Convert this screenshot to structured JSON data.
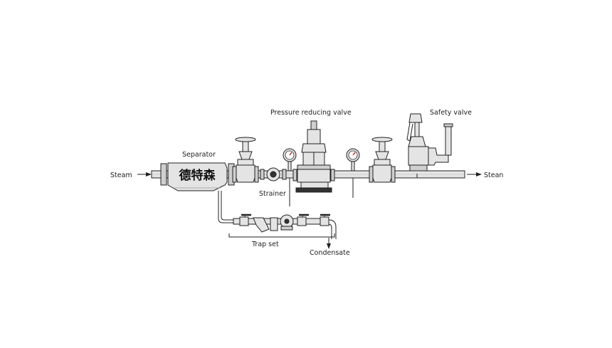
{
  "labels": {
    "steam_in": "Steam",
    "steam_out": "Stean",
    "separator": "Separator",
    "separator_brand": "德特森",
    "prv": "Pressure reducing valve",
    "safety_valve": "Safety valve",
    "strainer": "Strainer",
    "trap_set": "Trap set",
    "condensate": "Condensate"
  },
  "colors": {
    "line": "#222222",
    "component_fill": "#e4e4e4",
    "component_shade": "#cfcfcf",
    "background": "#ffffff"
  }
}
